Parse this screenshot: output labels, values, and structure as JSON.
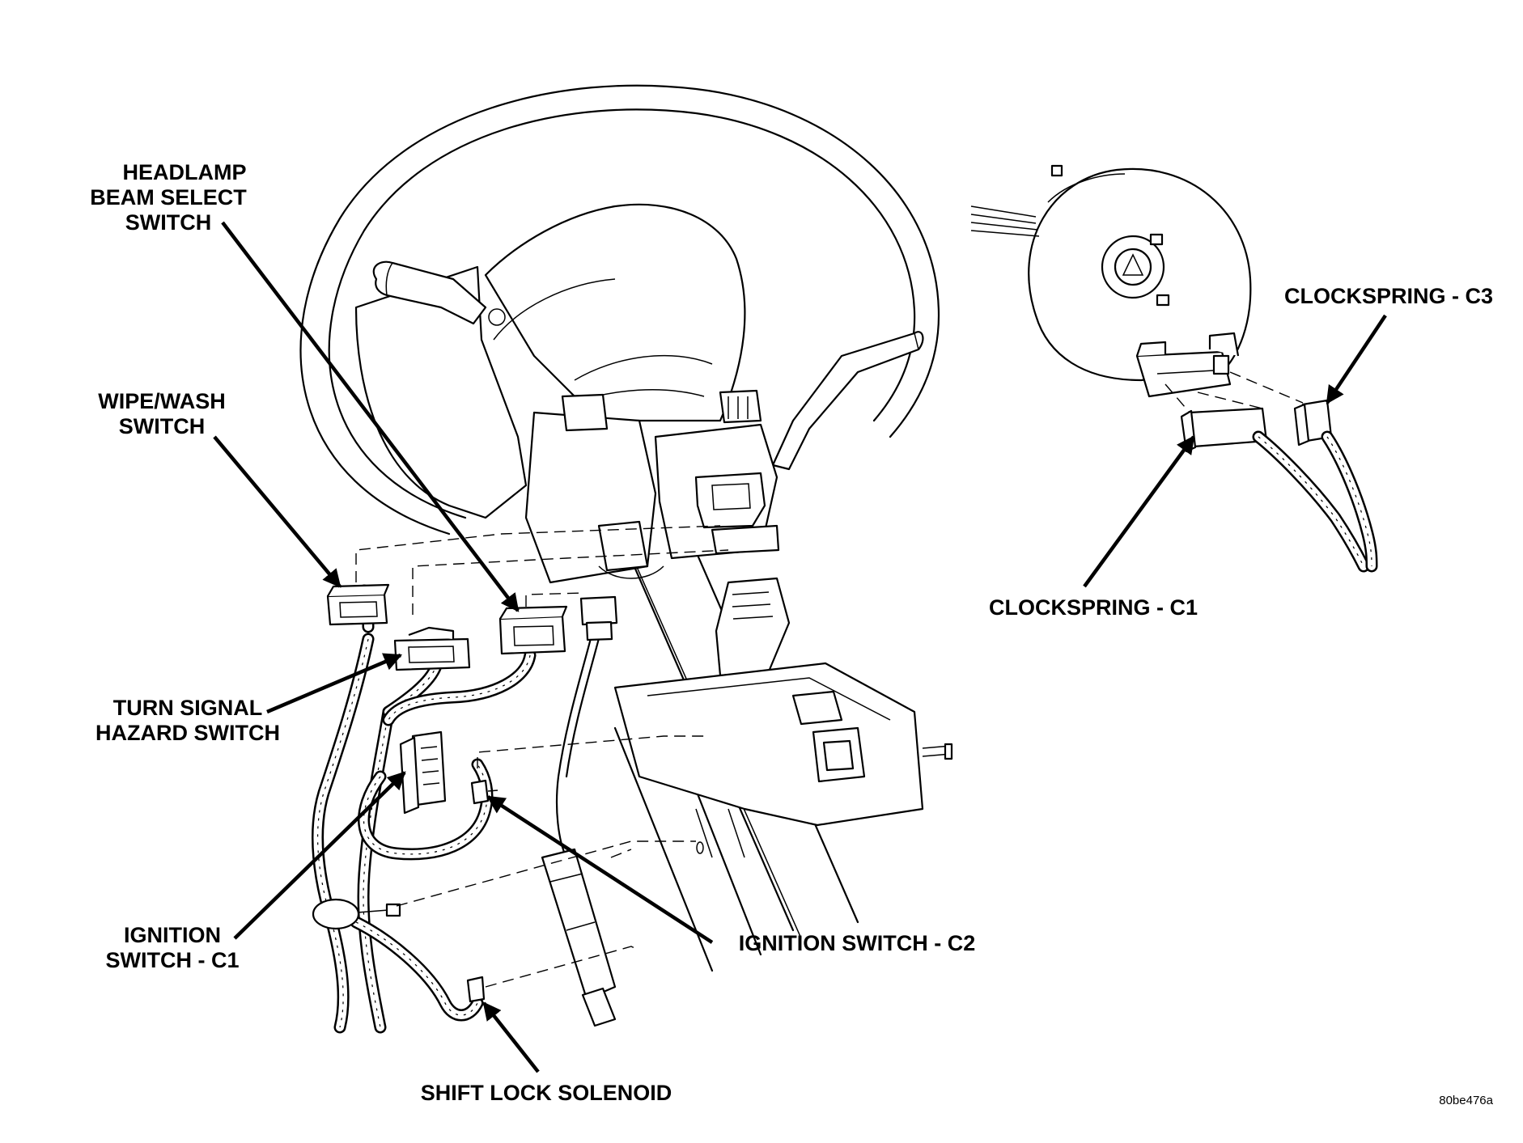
{
  "labels": {
    "headlamp": [
      "HEADLAMP",
      "BEAM SELECT",
      "SWITCH"
    ],
    "wipe_wash": [
      "WIPE/WASH",
      "SWITCH"
    ],
    "turn_signal": [
      "TURN SIGNAL",
      "HAZARD SWITCH"
    ],
    "ignition_c1": [
      "IGNITION",
      "SWITCH - C1"
    ],
    "ignition_c2": "IGNITION SWITCH - C2",
    "shift_lock": "SHIFT LOCK SOLENOID",
    "clockspring_c3": "CLOCKSPRING - C3",
    "clockspring_c1": "CLOCKSPRING - C1"
  },
  "figure_code": "80be476a"
}
